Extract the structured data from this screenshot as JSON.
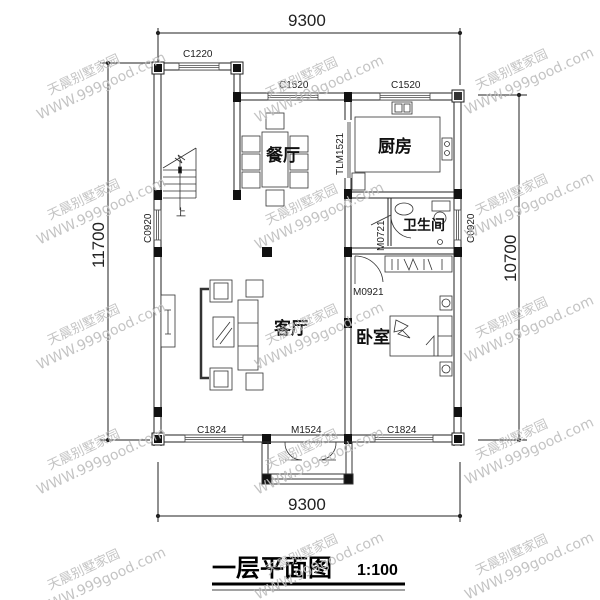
{
  "drawing": {
    "title": "一层平面图",
    "scale": "1:100"
  },
  "dimensions": {
    "top_width": "9300",
    "bottom_width": "9300",
    "left_height": "11700",
    "right_height": "10700"
  },
  "rooms": [
    {
      "id": "dining",
      "label": "餐厅"
    },
    {
      "id": "kitchen",
      "label": "厨房"
    },
    {
      "id": "bathroom",
      "label": "卫生间"
    },
    {
      "id": "living",
      "label": "客厅"
    },
    {
      "id": "bedroom",
      "label": "卧室"
    }
  ],
  "openings": {
    "window_top_left": "C1220",
    "window_dining_top": "C1520",
    "window_kitchen_top": "C1520",
    "door_kitchen": "TLM1521",
    "window_left": "C0920",
    "window_right": "C0920",
    "door_bathroom": "M0721",
    "door_bedroom": "M0921",
    "window_bottom_left": "C1824",
    "door_entry": "M1524",
    "window_bottom_right": "C1824"
  },
  "stair": {
    "up_label": "上"
  },
  "watermark": {
    "line1": "天晨别墅家园",
    "line2": "WWW.999good.com"
  }
}
